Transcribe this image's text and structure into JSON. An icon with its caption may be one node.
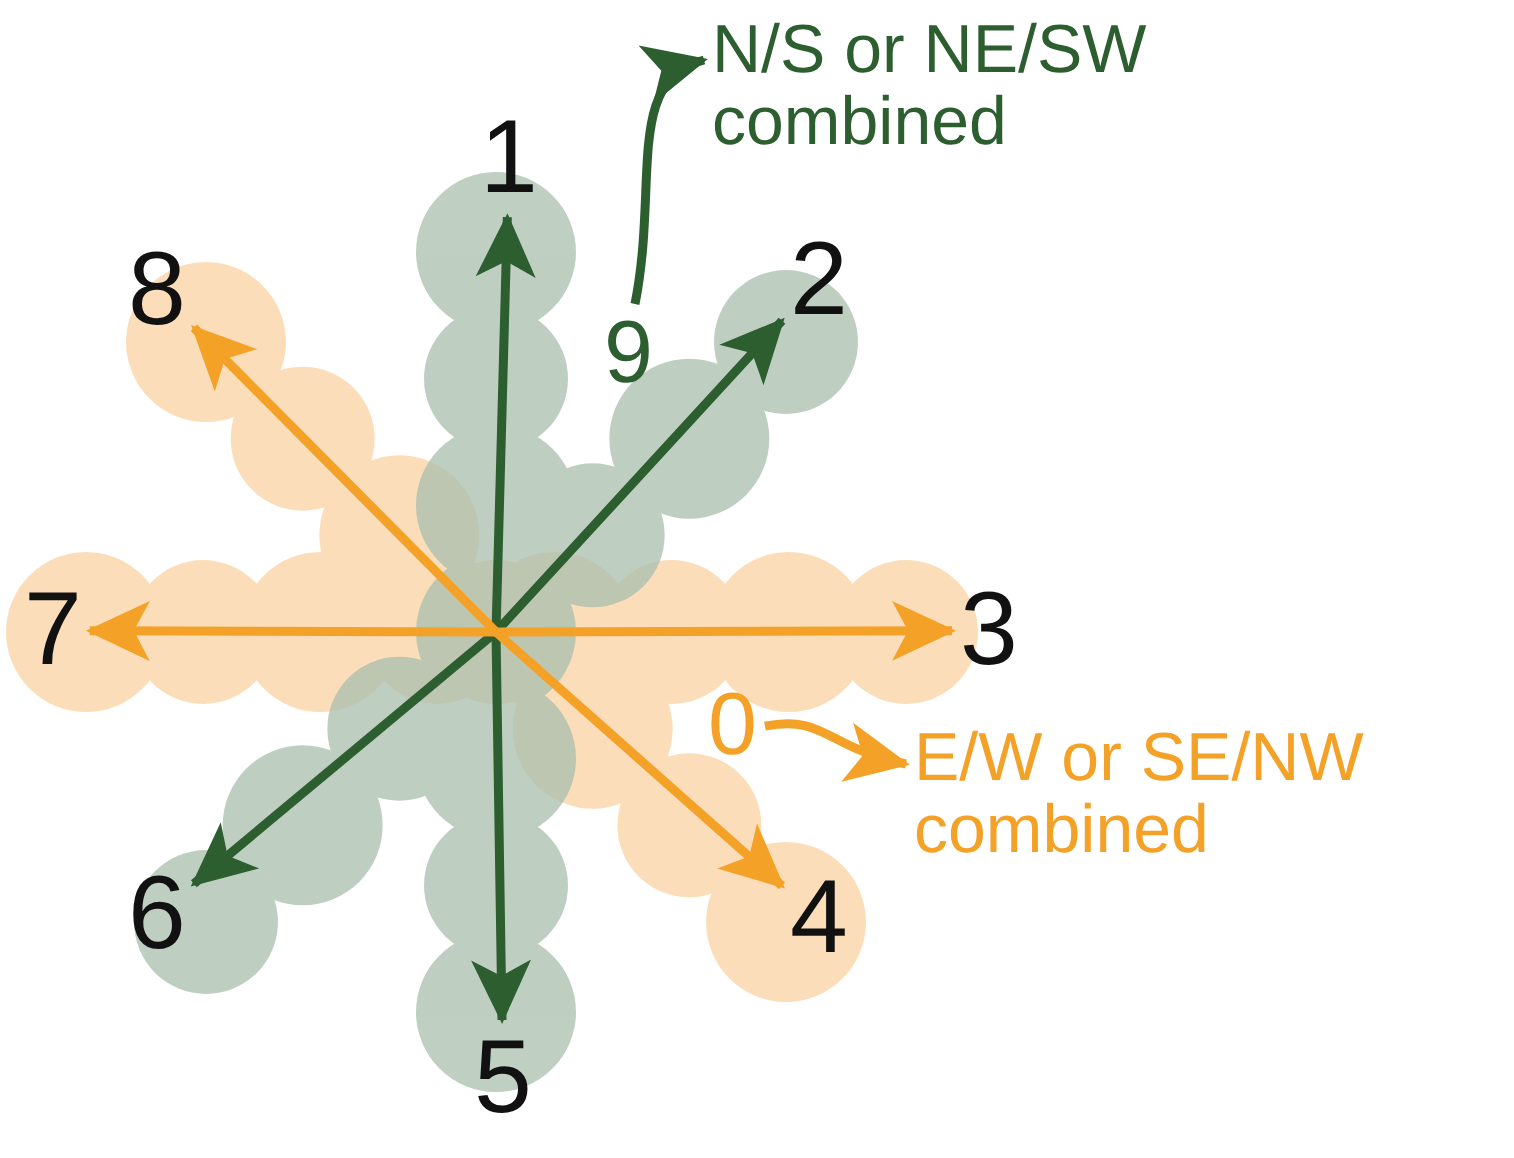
{
  "diagram": {
    "nodes": [
      {
        "text": [
          "N/S or NE/SW combined"
        ]
      },
      {
        "text": [
          "1"
        ]
      },
      {
        "text": [
          "8"
        ]
      },
      {
        "text": [
          "9"
        ]
      },
      {
        "text": [
          "2"
        ]
      },
      {
        "text": [
          "7"
        ]
      },
      {
        "text": [
          "3"
        ]
      },
      {
        "text": [
          "0"
        ]
      },
      {
        "text": [
          "E/W or SE/NW combined"
        ]
      },
      {
        "text": [
          "6"
        ]
      },
      {
        "text": [
          "4"
        ]
      },
      {
        "text": [
          "5"
        ]
      }
    ],
    "edges": [
      {
        "from": 3,
        "to": 0,
        "arrow": "to",
        "color": "#2d5e30"
      },
      {
        "from": 7,
        "to": 8,
        "arrow": "to",
        "color": "#f4a127"
      },
      {
        "from": 11,
        "to": 1,
        "arrow": "both",
        "color": "#2d5e30"
      },
      {
        "from": 9,
        "to": 4,
        "arrow": "both",
        "color": "#2d5e30"
      },
      {
        "from": 5,
        "to": 6,
        "arrow": "both",
        "color": "#f4a127"
      },
      {
        "from": 10,
        "to": 2,
        "arrow": "both",
        "color": "#f4a127"
      }
    ]
  }
}
